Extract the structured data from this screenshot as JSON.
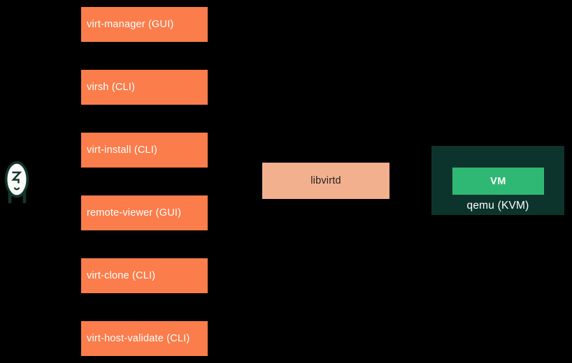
{
  "tools": {
    "items": [
      {
        "label": "virt-manager (GUI)"
      },
      {
        "label": "virsh (CLI)"
      },
      {
        "label": "virt-install (CLI)"
      },
      {
        "label": "remote-viewer (GUI)"
      },
      {
        "label": "virt-clone (CLI)"
      },
      {
        "label": "virt-host-validate (CLI)"
      }
    ]
  },
  "daemon": {
    "label": "libvirtd"
  },
  "hypervisor": {
    "label": "qemu (KVM)",
    "vm": {
      "label": "VM"
    }
  },
  "icons": {
    "mascot": "face-mascot-icon"
  },
  "colors": {
    "background": "#000000",
    "tool_box": "#fa7d4b",
    "tool_text": "#ffffff",
    "daemon_box": "#f3b08f",
    "daemon_text": "#20231f",
    "hypervisor_box": "#0d342c",
    "hypervisor_text": "#ffffff",
    "vm_box": "#2fb873",
    "vm_text": "#ffffff",
    "mascot_outline": "#123830",
    "mascot_face": "#fdfdf7"
  }
}
